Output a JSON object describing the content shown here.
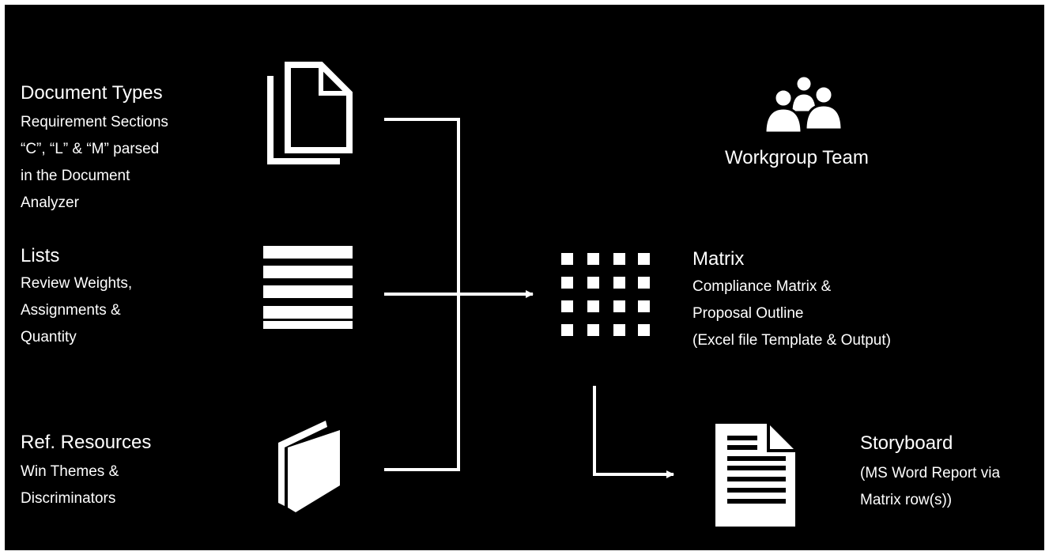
{
  "colors": {
    "background": "#000000",
    "foreground": "#ffffff",
    "frame": "#ffffff"
  },
  "inputs": {
    "document_types": {
      "title": "Document Types",
      "lines": [
        "Requirement Sections",
        "“C”, “L” & “M” parsed",
        "in the Document",
        "Analyzer"
      ],
      "icon": "documents-icon"
    },
    "lists": {
      "title": "Lists",
      "lines": [
        "Review Weights,",
        "Assignments &",
        "Quantity"
      ],
      "icon": "list-icon"
    },
    "ref_resources": {
      "title": "Ref. Resources",
      "lines": [
        "Win Themes &",
        "Discriminators"
      ],
      "icon": "book-icon"
    }
  },
  "team": {
    "label": "Workgroup Team",
    "icon": "team-icon"
  },
  "matrix": {
    "title": "Matrix",
    "lines": [
      "Compliance Matrix &",
      "Proposal Outline",
      "(Excel file Template & Output)"
    ],
    "icon": "grid-icon"
  },
  "storyboard": {
    "title": "Storyboard",
    "lines": [
      "(MS Word Report via",
      "Matrix row(s))"
    ],
    "icon": "report-icon"
  }
}
